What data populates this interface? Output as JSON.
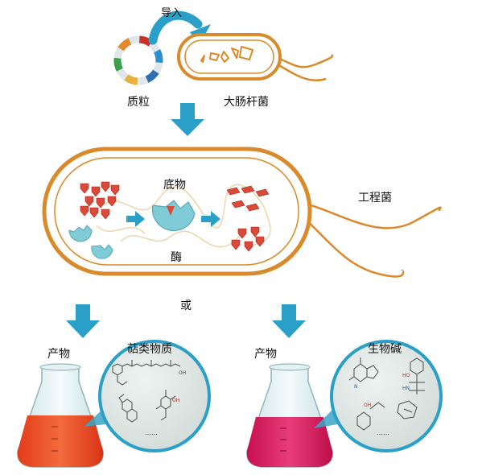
{
  "labels": {
    "import_arrow": "导入",
    "plasmid": "质粒",
    "ecoli": "大肠杆菌",
    "engineered": "工程菌",
    "substrate": "底物",
    "enzyme": "酶",
    "or": "或",
    "product_left": "产物",
    "product_right": "产物",
    "terpenoids": "萜类物质",
    "alkaloids": "生物碱"
  },
  "colors": {
    "cell_wall": "#d98a2b",
    "arrow_blue": "#2a9fc7",
    "enzyme": "#7fcbd6",
    "substrate": "#d94a3a",
    "dna_strand": "#f0dcb8",
    "flask_left_liquid": "#ef4a26",
    "flask_right_liquid": "#d8195f",
    "zoom_circle": "#dfe6e4"
  },
  "plasmid_segments": [
    "#c9312b",
    "#2b8fd0",
    "#2f6fb0",
    "#e9b13c",
    "#3aa14a",
    "#e28a30"
  ]
}
